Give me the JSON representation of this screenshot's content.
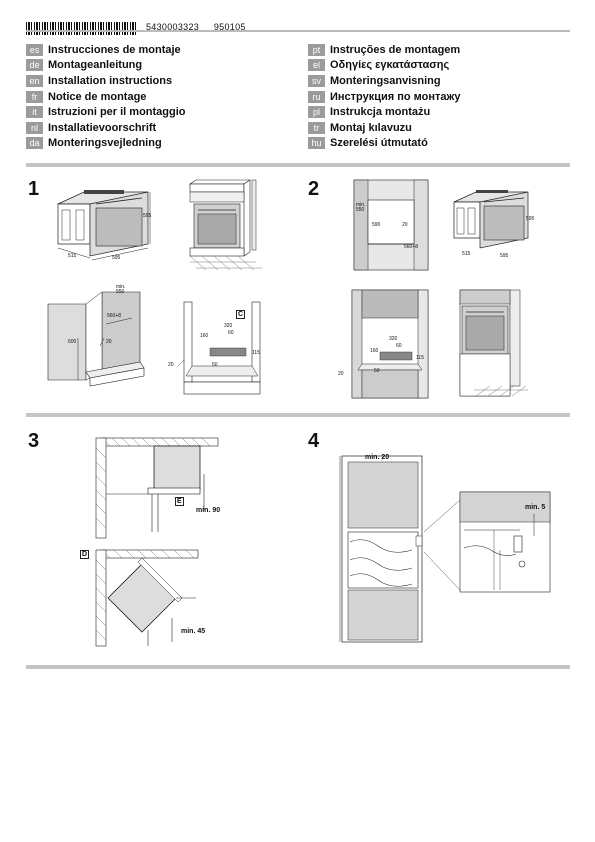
{
  "header": {
    "code1": "5430003323",
    "code2": "950105"
  },
  "languages_left": [
    {
      "code": "es",
      "title": "Instrucciones de montaje"
    },
    {
      "code": "de",
      "title": "Montageanleitung"
    },
    {
      "code": "en",
      "title": "Installation instructions"
    },
    {
      "code": "fr",
      "title": "Notice de montage"
    },
    {
      "code": "it",
      "title": "Istruzioni per il montaggio"
    },
    {
      "code": "nl",
      "title": "Installatievoorschrift"
    },
    {
      "code": "da",
      "title": "Monteringsvejledning"
    }
  ],
  "languages_right": [
    {
      "code": "pt",
      "title": "Instruções de montagem"
    },
    {
      "code": "el",
      "title": "Οδηγίες εγκατάστασης"
    },
    {
      "code": "sv",
      "title": "Monteringsanvisning"
    },
    {
      "code": "ru",
      "title": "Инструкция по монтажу"
    },
    {
      "code": "pl",
      "title": "Instrukcja montażu"
    },
    {
      "code": "tr",
      "title": "Montaj kılavuzu"
    },
    {
      "code": "hu",
      "title": "Szerelési útmutató"
    }
  ],
  "steps": {
    "s1": "1",
    "s2": "2",
    "s3": "3",
    "s4": "4"
  },
  "dims": {
    "d595": "595",
    "d515": "515",
    "d595b": "595",
    "min550": "min.\n550",
    "d560_8": "560+8",
    "d600": "600",
    "d20": "20",
    "c": "C",
    "d320": "320",
    "d60": "60",
    "d160": "160",
    "d20b": "20",
    "d50": "50",
    "d115": "115",
    "s2_min550": "min.\n550",
    "s2_590": "590",
    "s2_20": "20",
    "s2_560_8": "560+8",
    "s2_595": "595",
    "s2_515": "515",
    "s2_595b": "595",
    "s2_320": "320",
    "s2_60": "60",
    "s2_160": "160",
    "s2_20b": "20",
    "s2_50": "50",
    "s2_115": "115",
    "e": "E",
    "min90": "min. 90",
    "d_label": "D",
    "min45": "min. 45",
    "min20": "min. 20",
    "min5": "min. 5"
  }
}
